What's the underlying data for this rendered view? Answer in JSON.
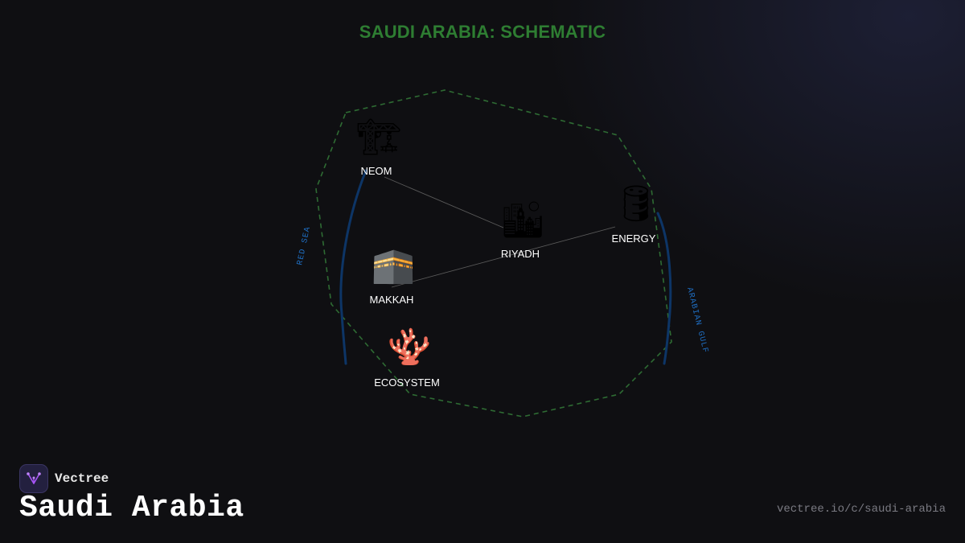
{
  "diagram": {
    "title": "SAUDI ARABIA: SCHEMATIC",
    "water_labels": {
      "red_sea": "RED SEA",
      "arabian_gulf": "ARABIAN GULF"
    },
    "nodes": [
      {
        "id": "neom",
        "label": "NEOM",
        "icon": "construction-crane-icon",
        "glyph": "🏗"
      },
      {
        "id": "riyadh",
        "label": "RIYADH",
        "icon": "cityscape-icon",
        "glyph": "🏙"
      },
      {
        "id": "energy",
        "label": "ENERGY",
        "icon": "oil-barrel-icon",
        "glyph": "🛢"
      },
      {
        "id": "makkah",
        "label": "MAKKAH",
        "icon": "kaaba-icon",
        "glyph": "🕋"
      },
      {
        "id": "ecosystem",
        "label": "ECOSYSTEM",
        "icon": "coral-icon",
        "glyph": "🪸"
      }
    ],
    "connections": [
      {
        "from": "neom",
        "to": "riyadh"
      },
      {
        "from": "makkah",
        "to": "energy"
      }
    ],
    "colors": {
      "title": "#2e7d32",
      "border": "#2e6b33",
      "water": "#1565c0",
      "label": "#ffffff",
      "connector": "#5a5a5a"
    }
  },
  "brand": {
    "name": "Vectree",
    "page_title": "Saudi Arabia",
    "url": "vectree.io/c/saudi-arabia"
  }
}
